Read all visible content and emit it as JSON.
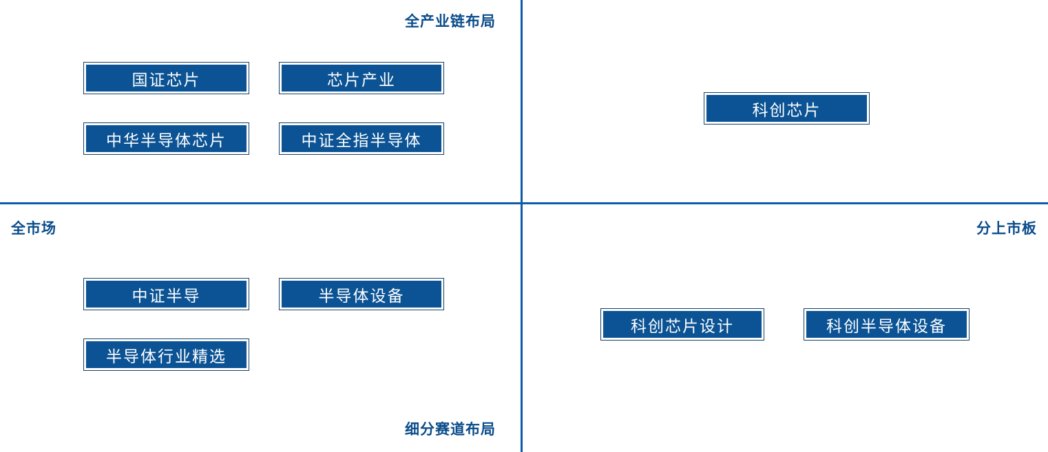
{
  "diagram": {
    "type": "quadrant-matrix",
    "background_color": "#ffffff",
    "axis_color": "#0b5ba6",
    "box_fill_color": "#0b5394",
    "box_border_color": "#ffffff",
    "box_outline_color": "#123f66",
    "label_color": "#0a4c8a",
    "axis_labels": {
      "top": "全产业链布局",
      "bottom": "细分赛道布局",
      "left": "全市场",
      "right": "分上市板"
    },
    "quadrants": {
      "top_left": {
        "name": "全市场 / 全产业链布局",
        "items": [
          {
            "label": "国证芯片"
          },
          {
            "label": "芯片产业"
          },
          {
            "label": "中华半导体芯片"
          },
          {
            "label": "中证全指半导体"
          }
        ]
      },
      "top_right": {
        "name": "分上市板 / 全产业链布局",
        "items": [
          {
            "label": "科创芯片"
          }
        ]
      },
      "bottom_left": {
        "name": "全市场 / 细分赛道布局",
        "items": [
          {
            "label": "中证半导"
          },
          {
            "label": "半导体设备"
          },
          {
            "label": "半导体行业精选"
          }
        ]
      },
      "bottom_right": {
        "name": "分上市板 / 细分赛道布局",
        "items": [
          {
            "label": "科创芯片设计"
          },
          {
            "label": "科创半导体设备"
          }
        ]
      }
    }
  }
}
